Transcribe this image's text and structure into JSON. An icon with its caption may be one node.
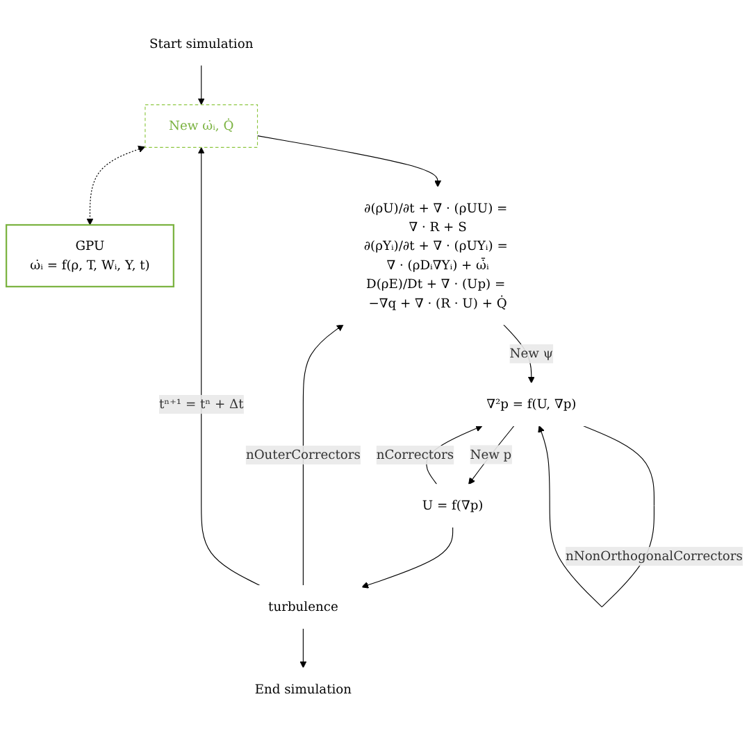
{
  "diagram": {
    "nodes": [
      {
        "text": [
          "Start simulation"
        ]
      },
      {
        "text": [
          "New ω̇ᵢ, Q̇"
        ]
      },
      {
        "text": [
          "GPU",
          "ω̇ᵢ = f(ρ, T, Wᵢ, Y, t)"
        ]
      },
      {
        "text": [
          "∂(ρU)/∂t + ∇ · (ρUU) = ∇ · R + S",
          "∂(ρYᵢ)/∂t + ∇ · (ρUYᵢ) = ∇ · (ρDᵢ∇Yᵢ) + ω̇̄ᵢ",
          "D(ρE)/Dt + ∇ · (Up) = −∇q + ∇ · (R · U) + Q̇"
        ]
      },
      {
        "text": [
          "∇²p = f(U, ∇p)"
        ]
      },
      {
        "text": [
          "U = f(∇p)"
        ]
      },
      {
        "text": [
          "turbulence"
        ]
      },
      {
        "text": [
          "End simulation"
        ]
      }
    ],
    "edges": [
      {
        "from": 0,
        "to": 1,
        "arrow": "to"
      },
      {
        "from": 1,
        "to": 2,
        "arrow": "both",
        "style": "dashed"
      },
      {
        "from": 1,
        "to": 3,
        "arrow": "to"
      },
      {
        "from": 3,
        "to": 4,
        "arrow": "to",
        "label": "New ψ"
      },
      {
        "from": 4,
        "to": 5,
        "arrow": "to",
        "label": "New p"
      },
      {
        "from": 4,
        "to": 4,
        "arrow": "to",
        "label": "nNonOrthogonalCorrectors"
      },
      {
        "from": 5,
        "to": 4,
        "arrow": "to",
        "label": "nCorrectors"
      },
      {
        "from": 5,
        "to": 6,
        "arrow": "to"
      },
      {
        "from": 6,
        "to": 3,
        "arrow": "to",
        "label": "nOuterCorrectors"
      },
      {
        "from": 6,
        "to": 7,
        "arrow": "to"
      },
      {
        "from": 6,
        "to": 1,
        "arrow": "to",
        "label": "tⁿ⁺¹ = tⁿ + Δt"
      }
    ]
  }
}
